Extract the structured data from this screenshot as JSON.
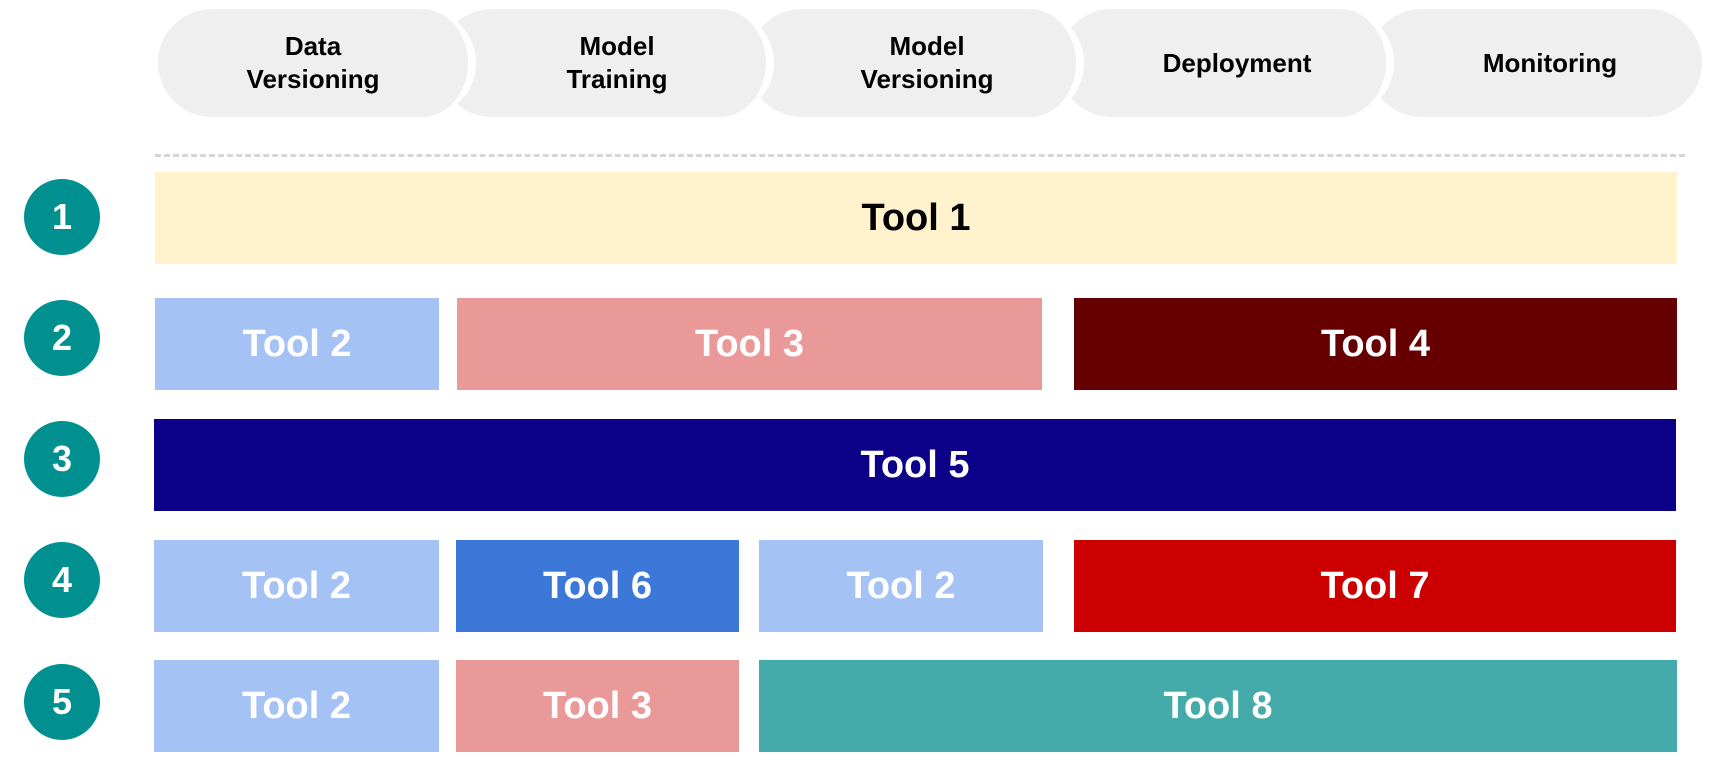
{
  "stages": [
    {
      "label": "Data\nVersioning"
    },
    {
      "label": "Model\nTraining"
    },
    {
      "label": "Model\nVersioning"
    },
    {
      "label": "Deployment"
    },
    {
      "label": "Monitoring"
    }
  ],
  "rows": [
    {
      "number": "1",
      "tools": [
        {
          "label": "Tool 1",
          "color": "#fff2cc"
        }
      ]
    },
    {
      "number": "2",
      "tools": [
        {
          "label": "Tool 2",
          "color": "#a4c2f4"
        },
        {
          "label": "Tool 3",
          "color": "#ea9999"
        },
        {
          "label": "Tool 4",
          "color": "#660000"
        }
      ]
    },
    {
      "number": "3",
      "tools": [
        {
          "label": "Tool 5",
          "color": "#0b0087"
        }
      ]
    },
    {
      "number": "4",
      "tools": [
        {
          "label": "Tool 2",
          "color": "#a4c2f4"
        },
        {
          "label": "Tool 6",
          "color": "#3c78d8"
        },
        {
          "label": "Tool 2",
          "color": "#a4c2f4"
        },
        {
          "label": "Tool 7",
          "color": "#cc0000"
        }
      ]
    },
    {
      "number": "5",
      "tools": [
        {
          "label": "Tool 2",
          "color": "#a4c2f4"
        },
        {
          "label": "Tool 3",
          "color": "#ea9999"
        },
        {
          "label": "Tool 8",
          "color": "#45aaaa"
        }
      ]
    }
  ],
  "colors": {
    "badge": "#009090",
    "stage_bg": "#efefef"
  }
}
